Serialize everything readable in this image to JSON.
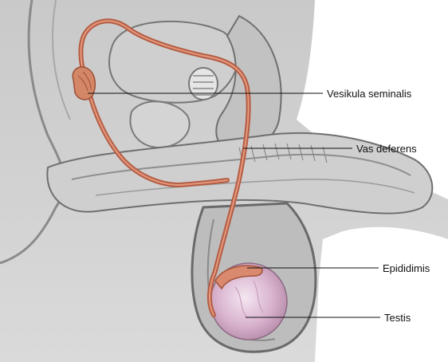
{
  "labels": {
    "seminal_vesicle": "Vesikula seminalis",
    "vas_deferens": "Vas deferens",
    "epididymis": "Epididimis",
    "testis": "Testis"
  },
  "colors": {
    "background": "#ffffff",
    "tissue": "#d9d9d9",
    "tissue_dark": "#9a9a9a",
    "duct": "#c8664a",
    "duct_light": "#e0937a",
    "testis": "#d9b4cf",
    "leader_line": "#111111"
  }
}
